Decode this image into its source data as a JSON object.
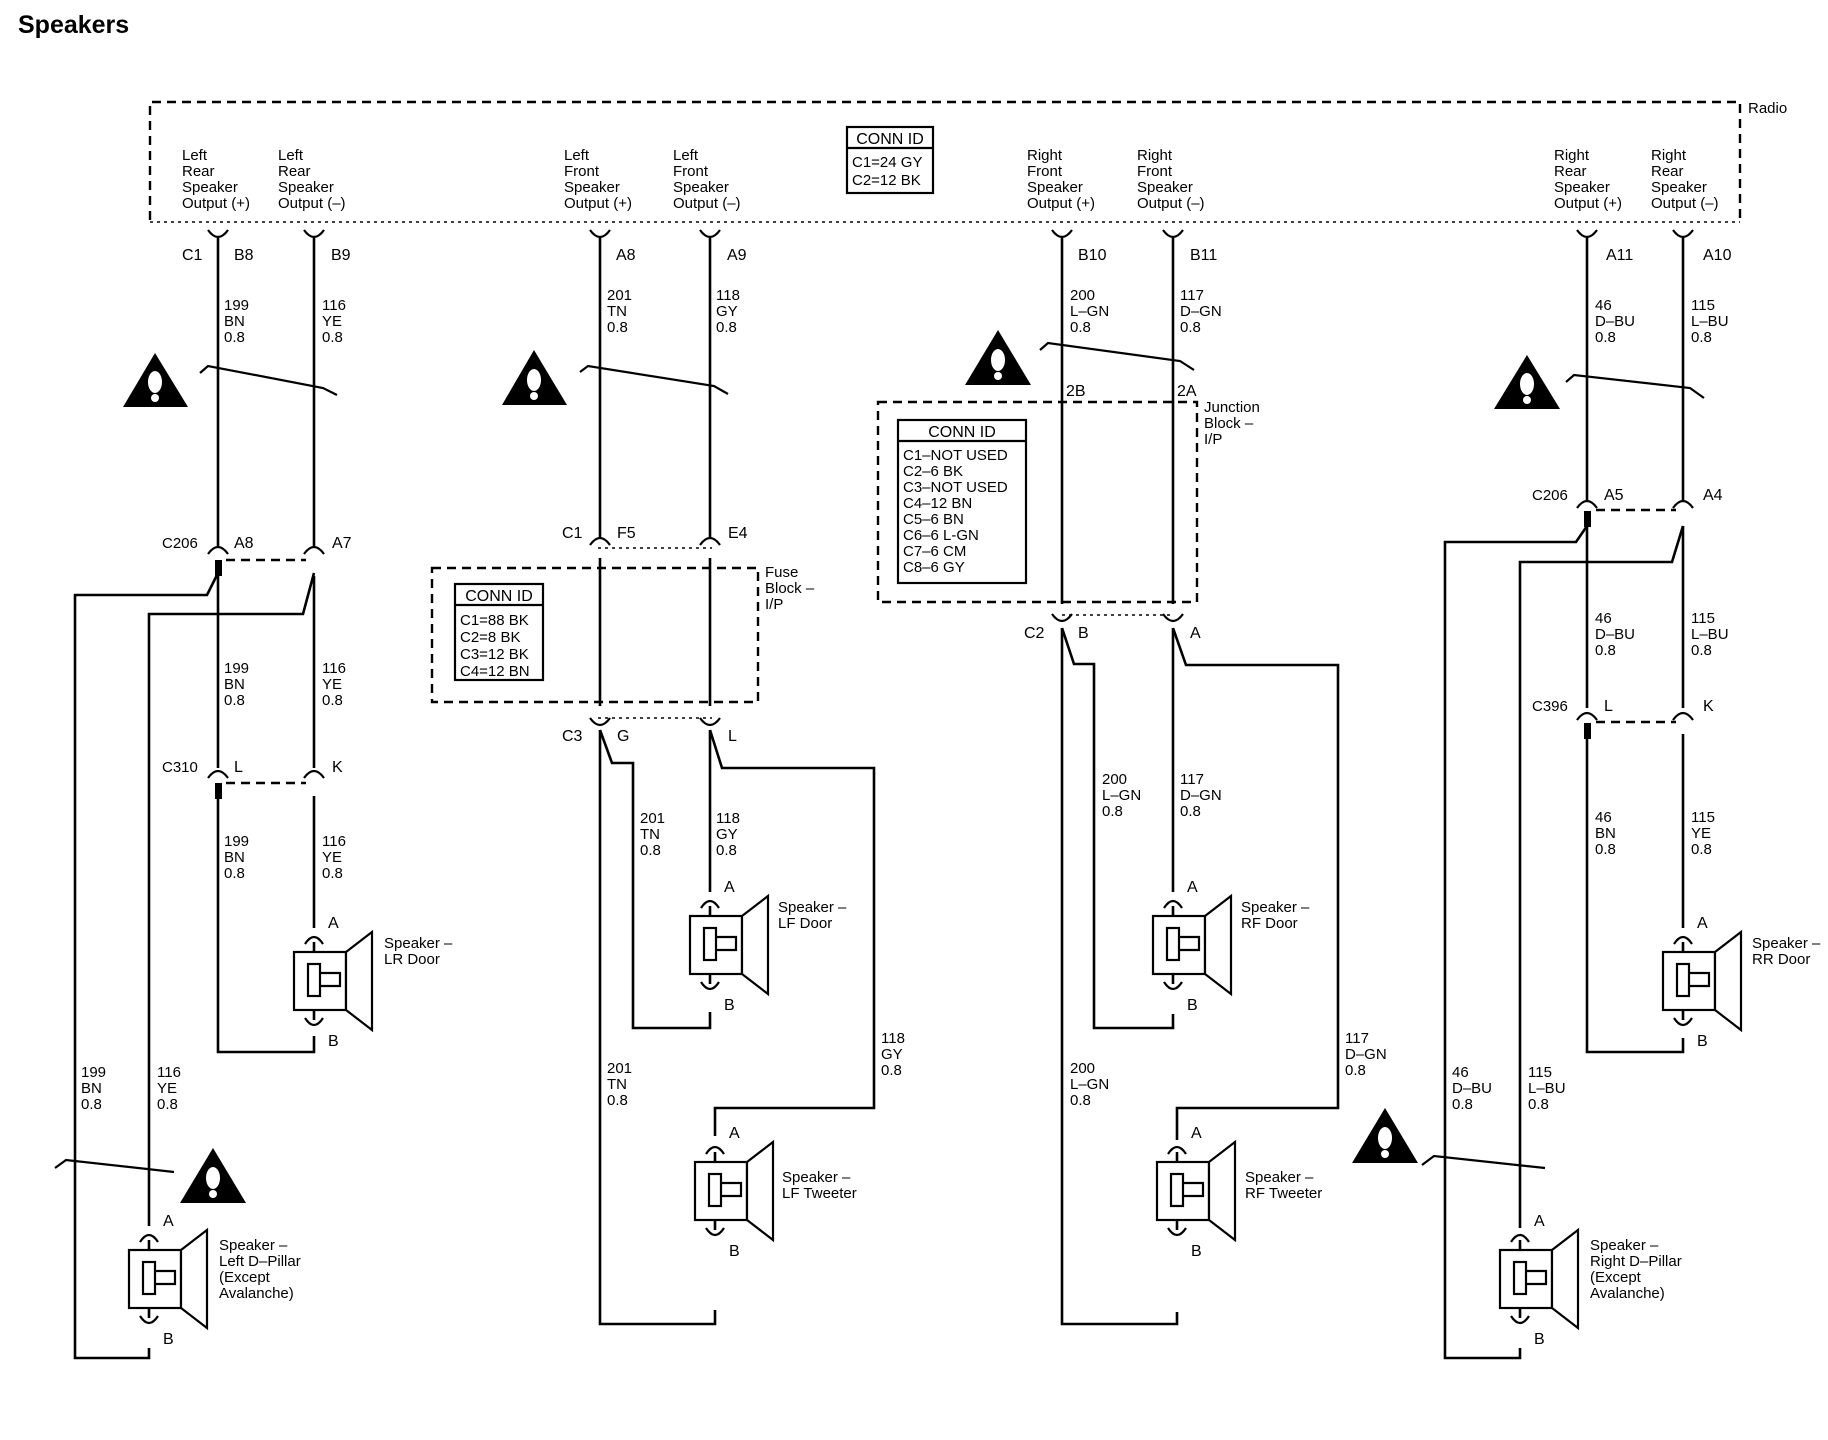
{
  "title": "Speakers",
  "radio": {
    "label": "Radio",
    "outputs": [
      {
        "lines": [
          "Left",
          "Rear",
          "Speaker",
          "Output (+)"
        ]
      },
      {
        "lines": [
          "Left",
          "Rear",
          "Speaker",
          "Output (–)"
        ]
      },
      {
        "lines": [
          "Left",
          "Front",
          "Speaker",
          "Output (+)"
        ]
      },
      {
        "lines": [
          "Left",
          "Front",
          "Speaker",
          "Output (–)"
        ]
      },
      {
        "lines": [
          "Right",
          "Front",
          "Speaker",
          "Output (+)"
        ]
      },
      {
        "lines": [
          "Right",
          "Front",
          "Speaker",
          "Output (–)"
        ]
      },
      {
        "lines": [
          "Right",
          "Rear",
          "Speaker",
          "Output (+)"
        ]
      },
      {
        "lines": [
          "Right",
          "Rear",
          "Speaker",
          "Output (–)"
        ]
      }
    ],
    "conn_id": {
      "header": "CONN ID",
      "lines": [
        "C1=24 GY",
        "C2=12 BK"
      ]
    },
    "conn_c1": "C1",
    "pins": [
      "B8",
      "B9",
      "A8",
      "A9",
      "B10",
      "B11",
      "A11",
      "A10"
    ]
  },
  "fuse_block": {
    "label_lines": [
      "Fuse",
      "Block –",
      "I/P"
    ],
    "conn_id": {
      "header": "CONN ID",
      "lines": [
        "C1=88 BK",
        "C2=8 BK",
        "C3=12 BK",
        "C4=12 BN"
      ]
    },
    "top_conn": "C1",
    "top_pins": [
      "F5",
      "E4"
    ],
    "bottom_conn": "C3",
    "bottom_pins": [
      "G",
      "L"
    ]
  },
  "junction_block": {
    "label_lines": [
      "Junction",
      "Block –",
      "I/P"
    ],
    "conn_id": {
      "header": "CONN ID",
      "lines": [
        "C1–NOT USED",
        "C2–6 BK",
        "C3–NOT USED",
        "C4–12 BN",
        "C5–6 BN",
        "C6–6 L-GN",
        "C7–6 CM",
        "C8–6 GY"
      ]
    },
    "top_pins": [
      "2B",
      "2A"
    ],
    "bottom_conn": "C2",
    "bottom_pins": [
      "B",
      "A"
    ]
  },
  "connectors": {
    "c206_left": {
      "name": "C206",
      "pins": [
        "A8",
        "A7"
      ]
    },
    "c310": {
      "name": "C310",
      "pins": [
        "L",
        "K"
      ]
    },
    "c206_right": {
      "name": "C206",
      "pins": [
        "A5",
        "A4"
      ]
    },
    "c396": {
      "name": "C396",
      "pins": [
        "L",
        "K"
      ]
    }
  },
  "wires": {
    "lr_p1": [
      "199",
      "BN",
      "0.8"
    ],
    "lr_n1": [
      "116",
      "YE",
      "0.8"
    ],
    "lr_p2": [
      "199",
      "BN",
      "0.8"
    ],
    "lr_n2": [
      "116",
      "YE",
      "0.8"
    ],
    "lr_p3": [
      "199",
      "BN",
      "0.8"
    ],
    "lr_n3": [
      "116",
      "YE",
      "0.8"
    ],
    "ld_p": [
      "199",
      "BN",
      "0.8"
    ],
    "ld_n": [
      "116",
      "YE",
      "0.8"
    ],
    "lf_p1": [
      "201",
      "TN",
      "0.8"
    ],
    "lf_n1": [
      "118",
      "GY",
      "0.8"
    ],
    "lf_p2": [
      "201",
      "TN",
      "0.8"
    ],
    "lf_n2": [
      "118",
      "GY",
      "0.8"
    ],
    "lt_p": [
      "201",
      "TN",
      "0.8"
    ],
    "lt_n": [
      "118",
      "GY",
      "0.8"
    ],
    "rf_p1": [
      "200",
      "L–GN",
      "0.8"
    ],
    "rf_n1": [
      "117",
      "D–GN",
      "0.8"
    ],
    "rf_p2": [
      "200",
      "L–GN",
      "0.8"
    ],
    "rf_n2": [
      "117",
      "D–GN",
      "0.8"
    ],
    "rt_p": [
      "200",
      "L–GN",
      "0.8"
    ],
    "rt_n": [
      "117",
      "D–GN",
      "0.8"
    ],
    "rr_p1": [
      "46",
      "D–BU",
      "0.8"
    ],
    "rr_n1": [
      "115",
      "L–BU",
      "0.8"
    ],
    "rr_p2": [
      "46",
      "D–BU",
      "0.8"
    ],
    "rr_n2": [
      "115",
      "L–BU",
      "0.8"
    ],
    "rr_p3": [
      "46",
      "BN",
      "0.8"
    ],
    "rr_n3": [
      "115",
      "YE",
      "0.8"
    ],
    "rd_p": [
      "46",
      "D–BU",
      "0.8"
    ],
    "rd_n": [
      "115",
      "L–BU",
      "0.8"
    ]
  },
  "speakers": {
    "lr": {
      "label_lines": [
        "Speaker –",
        "LR Door"
      ],
      "pins": [
        "A",
        "B"
      ]
    },
    "lf": {
      "label_lines": [
        "Speaker –",
        "LF Door"
      ],
      "pins": [
        "A",
        "B"
      ]
    },
    "lt": {
      "label_lines": [
        "Speaker –",
        "LF Tweeter"
      ],
      "pins": [
        "A",
        "B"
      ]
    },
    "rf": {
      "label_lines": [
        "Speaker –",
        "RF Door"
      ],
      "pins": [
        "A",
        "B"
      ]
    },
    "rt": {
      "label_lines": [
        "Speaker –",
        "RF Tweeter"
      ],
      "pins": [
        "A",
        "B"
      ]
    },
    "rr": {
      "label_lines": [
        "Speaker –",
        "RR Door"
      ],
      "pins": [
        "A",
        "B"
      ]
    },
    "ld": {
      "label_lines": [
        "Speaker –",
        "Left D–Pillar",
        "(Except",
        "Avalanche)"
      ],
      "pins": [
        "A",
        "B"
      ]
    },
    "rd": {
      "label_lines": [
        "Speaker –",
        "Right D–Pillar",
        "(Except",
        "Avalanche)"
      ],
      "pins": [
        "A",
        "B"
      ]
    }
  },
  "warning_icon": "warning-exclamation-icon"
}
